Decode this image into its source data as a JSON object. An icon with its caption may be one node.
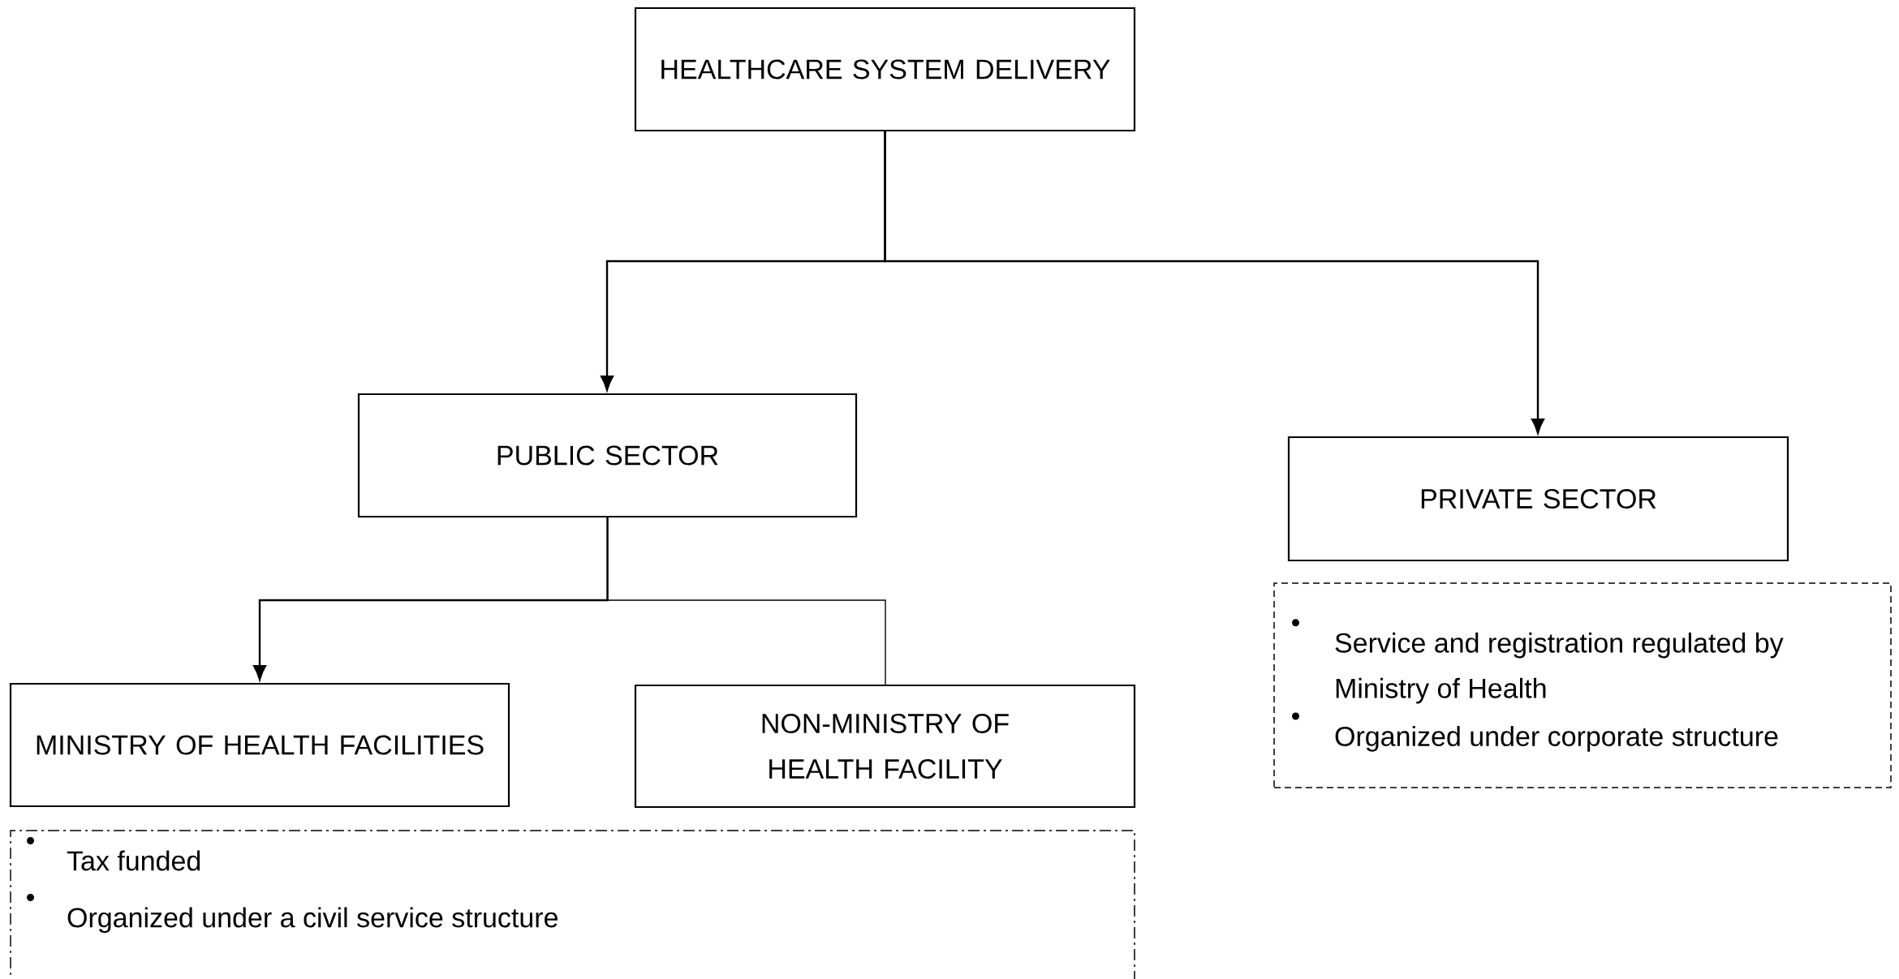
{
  "diagram": {
    "nodes": [
      {
        "text": [
          "HEALTHCARE SYSTEM DELIVERY"
        ]
      },
      {
        "text": [
          "PUBLIC SECTOR"
        ]
      },
      {
        "text": [
          "PRIVATE SECTOR"
        ]
      },
      {
        "text": [
          "MINISTRY OF HEALTH FACILITIES"
        ]
      },
      {
        "text": [
          "NON-MINISTRY OF HEALTH FACILITY"
        ]
      },
      {
        "text": [
          "Service and registration regulated by Ministry of Health",
          "Organized under corporate structure"
        ]
      },
      {
        "text": [
          "Tax funded",
          "Organized under a civil service structure"
        ]
      }
    ],
    "edges": [
      {
        "from": 0,
        "to": 1,
        "arrow": "to"
      },
      {
        "from": 0,
        "to": 2,
        "arrow": "to"
      },
      {
        "from": 1,
        "to": 3,
        "arrow": "to"
      },
      {
        "from": 1,
        "to": 4,
        "arrow": "none"
      }
    ]
  }
}
